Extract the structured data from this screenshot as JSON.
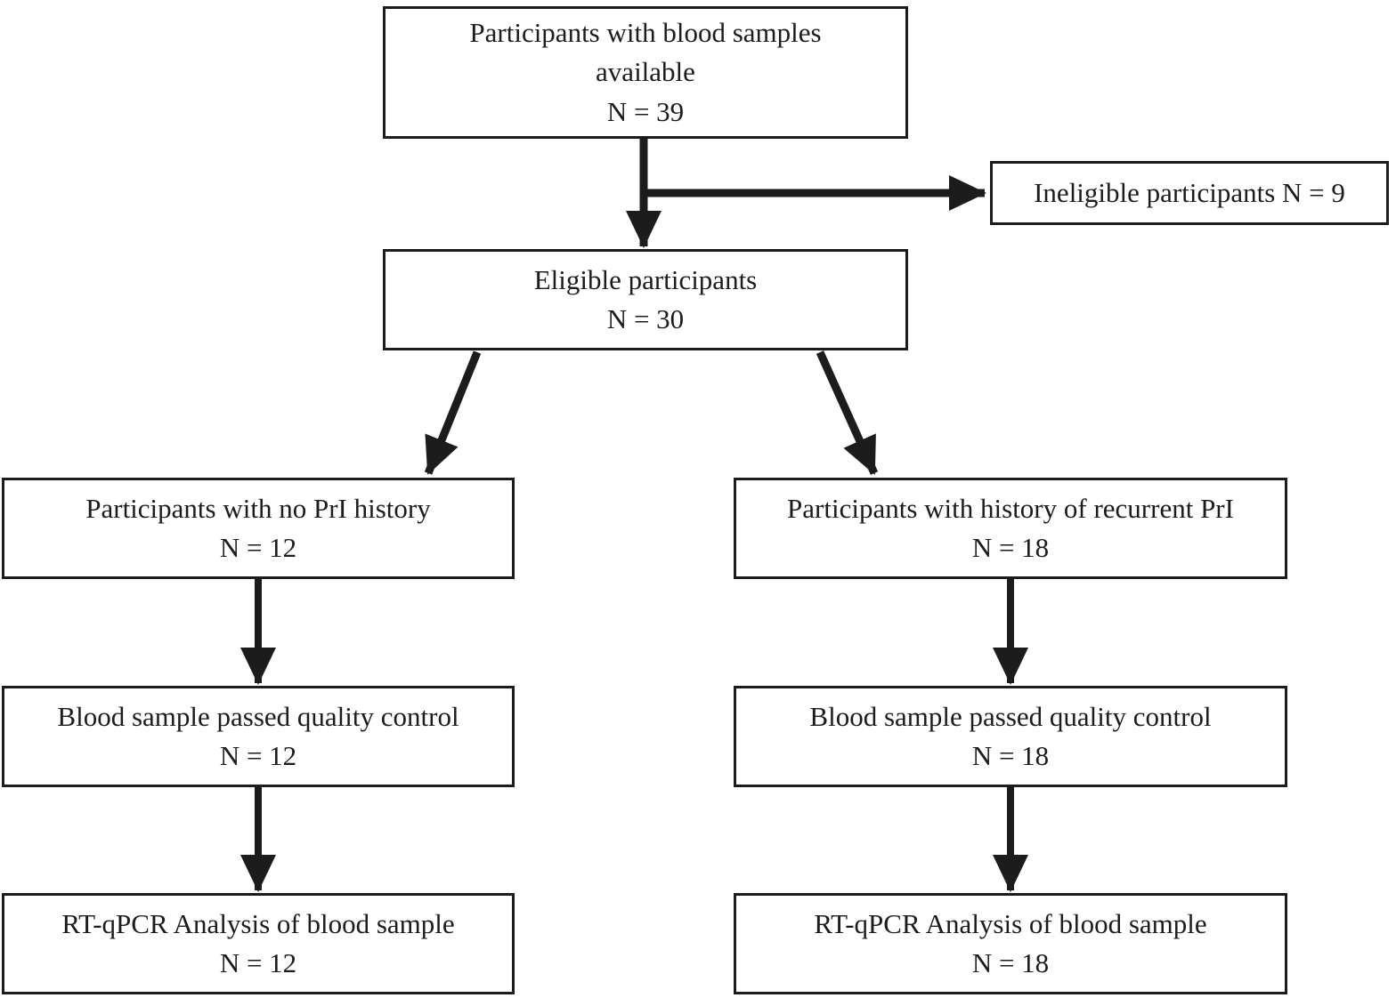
{
  "diagram": {
    "type": "flowchart",
    "colors": {
      "line": "#1c1c1c",
      "box_border": "#1c1c1c",
      "box_background": "#ffffff",
      "text": "#1c1c1c"
    },
    "boxes": {
      "top": {
        "line1": "Participants with blood samples",
        "line2": "available",
        "n": "N = 39"
      },
      "ineligible": {
        "line1": "Ineligible participants N = 9"
      },
      "eligible": {
        "line1": "Eligible participants",
        "n": "N = 30"
      },
      "no_pri": {
        "line1": "Participants with no PrI history",
        "n": "N = 12"
      },
      "recurrent_pri": {
        "line1": "Participants with history of recurrent PrI",
        "n": "N = 18"
      },
      "qc_left": {
        "line1": "Blood sample passed quality control",
        "n": "N = 12"
      },
      "qc_right": {
        "line1": "Blood sample passed quality control",
        "n": "N = 18"
      },
      "pcr_left": {
        "line1": "RT-qPCR Analysis of blood sample",
        "n": "N = 12"
      },
      "pcr_right": {
        "line1": "RT-qPCR Analysis of blood sample",
        "n": "N = 18"
      }
    },
    "edges": [
      "top -> eligible",
      "top -> ineligible",
      "eligible -> no_pri",
      "eligible -> recurrent_pri",
      "no_pri -> qc_left",
      "recurrent_pri -> qc_right",
      "qc_left -> pcr_left",
      "qc_right -> pcr_right"
    ]
  }
}
